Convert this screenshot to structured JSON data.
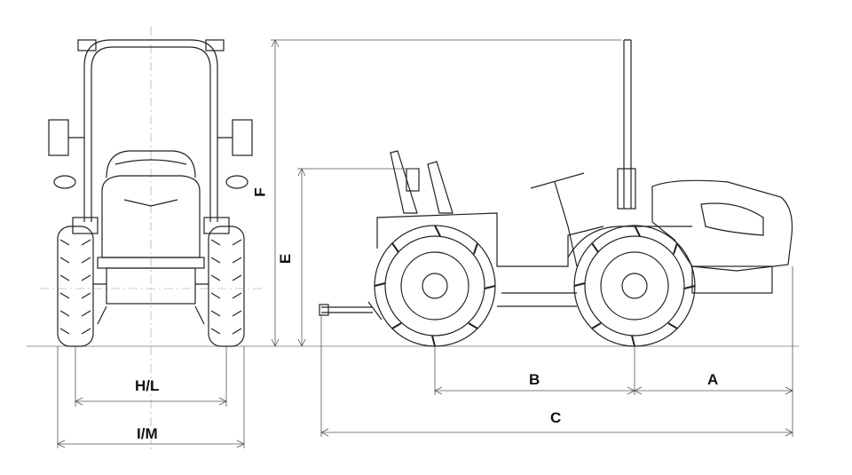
{
  "labels": {
    "F": "F",
    "E": "E",
    "HL": "H/L",
    "IM": "I/M",
    "A": "A",
    "B": "B",
    "C": "C"
  },
  "colors": {
    "line": "#222222",
    "dim": "#555555",
    "background": "#ffffff"
  }
}
